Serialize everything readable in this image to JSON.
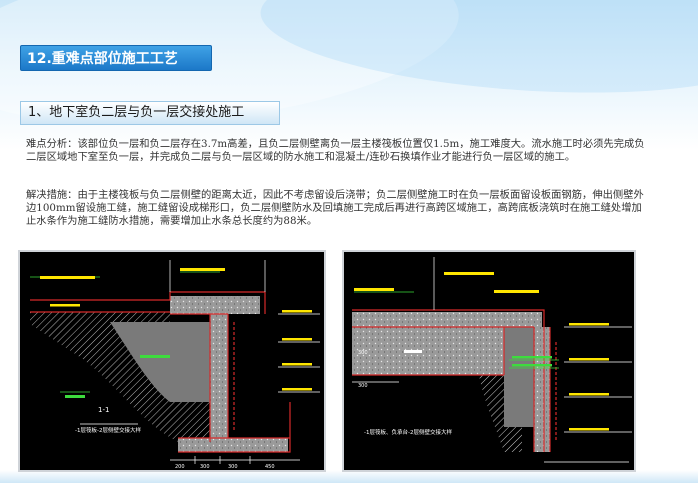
{
  "section_title": "12.重难点部位施工工艺",
  "topic_title": "1、地下室负二层与负一层交接处施工",
  "difficulty_text": "难点分析：该部位负一层和负二层存在3.7m高差，且负二层侧壁离负一层主楼筏板位置仅1.5m，施工难度大。流水施工时必须先完成负二层区域地下室至负一层，并完成负二层与负一层区域的防水施工和混凝土/连砂石换填作业才能进行负一层区域的施工。",
  "solution_text": "解决措施：由于主楼筏板与负二层侧壁的距离太近，因此不考虑留设后浇带；负二层侧壁施工时在负一层板面留设板面钢筋，伸出侧壁外边100mm留设施工缝，施工缝留设成梯形口，负二层侧壁防水及回填施工完成后再进行高跨区域施工，高跨底板浇筑时在施工缝处增加止水条作为施工缝防水措施，需要增加止水条总长度约为88米。",
  "drawing_1": {
    "section_mark": "1-1",
    "caption": "-1层筏板-2层侧壁交接大样",
    "dims": [
      "200",
      "300",
      "300",
      "450"
    ]
  },
  "drawing_2": {
    "caption": "-1层筏板、负承台-2层侧壁交接大样",
    "dims": [
      "300",
      "300"
    ]
  },
  "colors": {
    "badge": "#1c78c8",
    "cad_background": "#000000",
    "cad_structure": "#d62a2a",
    "cad_fill": "#a6a6a6",
    "cad_text": "#ffe600",
    "cad_green": "#3ddc3d"
  }
}
